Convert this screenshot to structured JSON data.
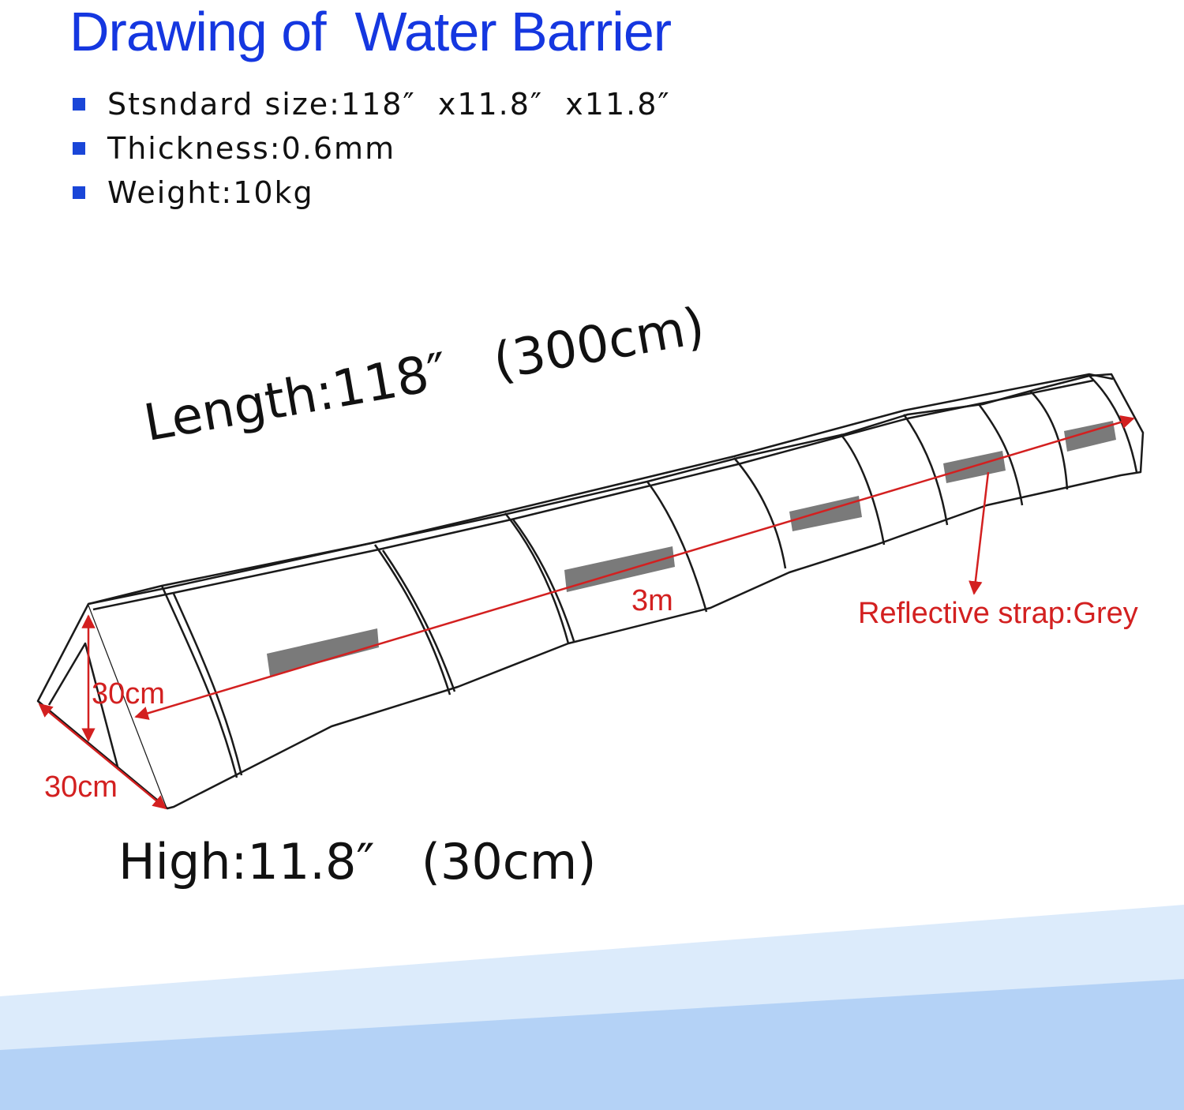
{
  "title": "Drawing of  Water Barrier",
  "specs": [
    {
      "text": "Stsndard size:118″  x11.8″  x11.8″"
    },
    {
      "text": "Thickness:0.6mm"
    },
    {
      "text": "Weight:10kg"
    }
  ],
  "diagram": {
    "length_label": "Length:118″   (300cm)",
    "center_label": "3m",
    "strap_label": "Reflective strap:Grey",
    "height_dim_label": "30cm",
    "width_dim_label": "30cm",
    "high_label": "High:11.8″   (30cm)"
  },
  "colors": {
    "title": "#1537e0",
    "bullet": "#1a46d8",
    "dimension": "#d32020",
    "strap": "#7a7a7a",
    "water_light": "#dbe9fb",
    "water_dark": "#b3d1f6"
  }
}
